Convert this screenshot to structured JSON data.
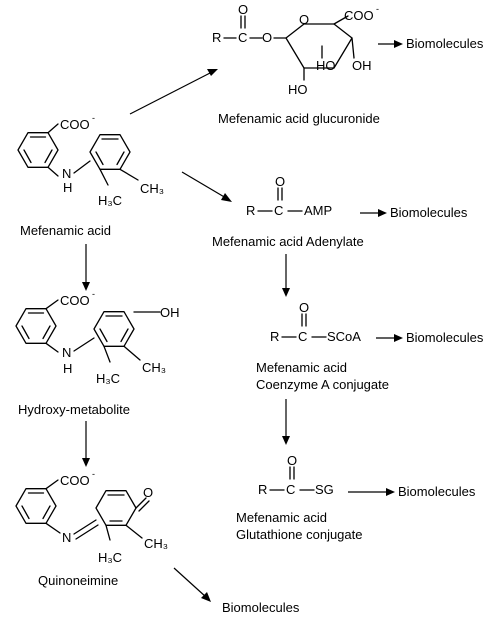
{
  "compounds": {
    "mefenamic": {
      "name": "Mefenamic acid",
      "carboxylate": "COO",
      "charge": "-",
      "nh_n": "N",
      "nh_h": "H",
      "methyl_left": "H₃C",
      "methyl_right": "CH₃"
    },
    "hydroxy": {
      "name": "Hydroxy-metabolite",
      "carboxylate": "COO",
      "charge": "-",
      "hydroxyl": "OH",
      "nh_n": "N",
      "nh_h": "H",
      "methyl_left": "H₃C",
      "methyl_right": "CH₃"
    },
    "quinone": {
      "name": "Quinoneimine",
      "carboxylate": "COO",
      "charge": "-",
      "imine_n": "N",
      "ketone_o": "O",
      "methyl_left": "H₃C",
      "methyl_right": "CH₃"
    },
    "glucuronide": {
      "name": "Mefenamic acid glucuronide",
      "r": "R",
      "c": "C",
      "carbonyl_o": "O",
      "ester_o": "O",
      "ring_o": "O",
      "carboxylate": "COO",
      "charge": "-",
      "ho_1": "HO",
      "ho_2": "HO",
      "oh": "OH"
    },
    "adenylate": {
      "name": "Mefenamic acid Adenylate",
      "r": "R",
      "c": "C",
      "o": "O",
      "group": "AMP"
    },
    "coa": {
      "name_line1": "Mefenamic acid",
      "name_line2": "Coenzyme A conjugate",
      "r": "R",
      "c": "C",
      "o": "O",
      "group": "SCoA"
    },
    "gsh": {
      "name_line1": "Mefenamic acid",
      "name_line2": "Glutathione conjugate",
      "r": "R",
      "c": "C",
      "o": "O",
      "group": "SG"
    }
  },
  "products": {
    "glucuronide": "Biomolecules",
    "adenylate": "Biomolecules",
    "coa": "Biomolecules",
    "gsh": "Biomolecules",
    "quinone": "Biomolecules"
  }
}
